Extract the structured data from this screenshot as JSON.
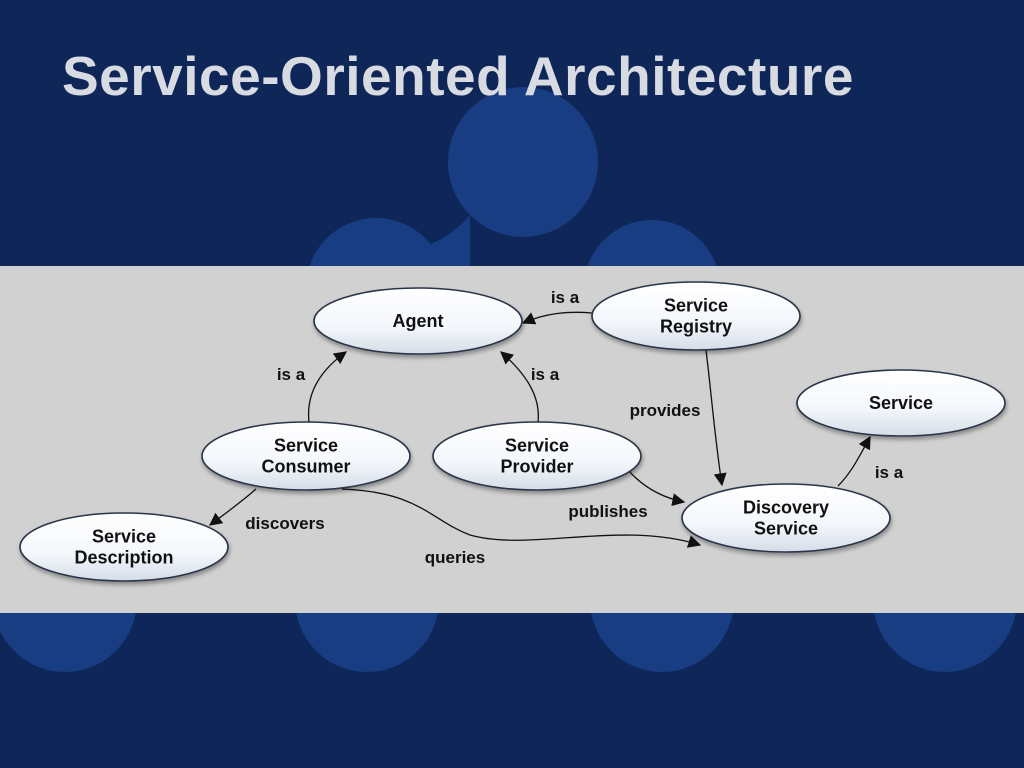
{
  "slide": {
    "title": "Service-Oriented Architecture"
  },
  "colors": {
    "background": "#0f2658",
    "background_circles": "#1b428a",
    "band": "#d1d1d1",
    "title": "#d9dbe2",
    "node_fill": "#f5f8fc",
    "node_stroke": "#2a3548"
  },
  "diagram": {
    "nodes": [
      {
        "id": "agent",
        "lines": [
          "Agent"
        ]
      },
      {
        "id": "service-registry",
        "lines": [
          "Service",
          "Registry"
        ]
      },
      {
        "id": "service",
        "lines": [
          "Service"
        ]
      },
      {
        "id": "service-consumer",
        "lines": [
          "Service",
          "Consumer"
        ]
      },
      {
        "id": "service-provider",
        "lines": [
          "Service",
          "Provider"
        ]
      },
      {
        "id": "discovery-service",
        "lines": [
          "Discovery",
          "Service"
        ]
      },
      {
        "id": "service-description",
        "lines": [
          "Service",
          "Description"
        ]
      }
    ],
    "edges": [
      {
        "id": "consumer-agent",
        "from": "service-consumer",
        "to": "agent",
        "label": "is a"
      },
      {
        "id": "provider-agent",
        "from": "service-provider",
        "to": "agent",
        "label": "is a"
      },
      {
        "id": "registry-agent",
        "from": "service-registry",
        "to": "agent",
        "label": "is a"
      },
      {
        "id": "registry-discovery",
        "from": "service-registry",
        "to": "discovery-service",
        "label": "provides"
      },
      {
        "id": "discovery-service-isa",
        "from": "discovery-service",
        "to": "service",
        "label": "is a"
      },
      {
        "id": "provider-discovery",
        "from": "service-provider",
        "to": "discovery-service",
        "label": "publishes"
      },
      {
        "id": "consumer-description",
        "from": "service-consumer",
        "to": "service-description",
        "label": "discovers"
      },
      {
        "id": "consumer-discovery",
        "from": "service-consumer",
        "to": "discovery-service",
        "label": "queries"
      }
    ]
  }
}
